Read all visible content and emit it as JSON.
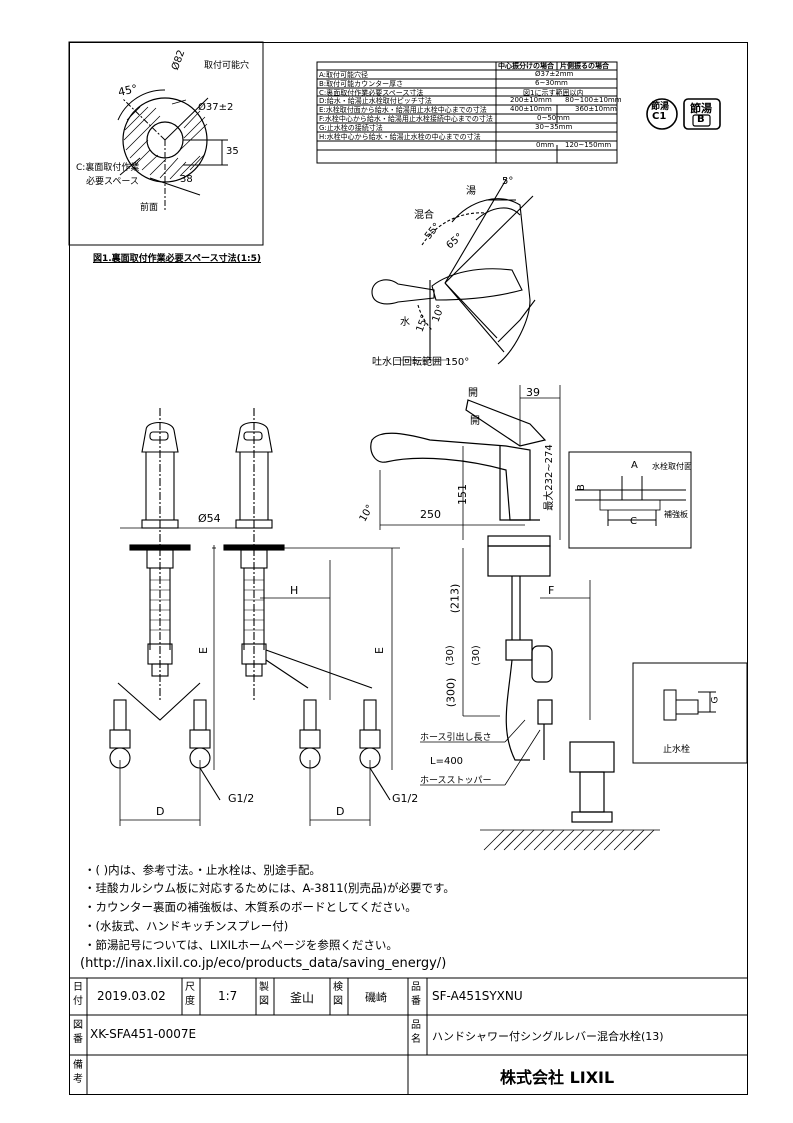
{
  "detail_view": {
    "angle_45": "45°",
    "dia_82": "Ø82",
    "mount_hole_label": "取付可能穴",
    "dia_37": "Ø37±2",
    "dim_35": "35",
    "dim_38": "38",
    "back_space_label_1": "C:裏面取付作業",
    "back_space_label_2": "必要スペース",
    "front_label": "前面",
    "caption": "図1.裏面取付作業必要スペース寸法(1:5)"
  },
  "spec_table": {
    "col_headers": [
      "中心振分けの場合",
      "片側振るの場合"
    ],
    "rows": [
      {
        "label": "A:取付可能穴径",
        "center": "Ø37±2mm",
        "side": ""
      },
      {
        "label": "B:取付可能カウンター厚さ",
        "center": "6~30mm",
        "side": ""
      },
      {
        "label": "C:裏面取付作業必要スペース寸法",
        "center": "図1に示す範囲以内",
        "side": ""
      },
      {
        "label": "D:給水・給湯止水栓取付ピッチ寸法",
        "center": "200±10mm",
        "side": "80~100±10mm"
      },
      {
        "label": "E:水栓取付面から給水・給湯用止水栓中心までの寸法",
        "center": "400±10mm",
        "side": "360±10mm"
      },
      {
        "label": "F:水栓中心から給水・給湯用止水栓接続中心までの寸法",
        "center": "0~50mm",
        "side": ""
      },
      {
        "label": "G:止水栓の接続寸法",
        "center": "30~35mm",
        "side": ""
      },
      {
        "label": "H:水栓中心から給水・給湯止水栓の中心までの寸法",
        "center": "0mm",
        "side": "120~150mm"
      }
    ]
  },
  "badges": {
    "water_saving": "節湯",
    "water_grade": "B",
    "eco_label": "節湯",
    "eco_grade": "C1"
  },
  "lever_view": {
    "hot": "湯",
    "mixed": "混合",
    "cold": "水",
    "angle_5": "5°",
    "angle_55": "55°",
    "angle_65": "65°",
    "angle_15": "15°",
    "angle_10": "10°",
    "spout_rotation": "吐水口回転範囲 150°"
  },
  "main_view": {
    "open_top": "開",
    "open_label": "開",
    "dim_39": "39",
    "dim_151": "151",
    "dim_250": "250",
    "dim_10deg": "10°",
    "dim_232": "最大232~274",
    "dim_213": "(213)",
    "dim_30a": "(30)",
    "dim_30b": "(30)",
    "dim_300": "(300)",
    "dim_F": "F",
    "dim_54": "Ø54",
    "dim_H": "H",
    "dim_E1": "E",
    "dim_E2": "E",
    "dim_D1": "D",
    "dim_D2": "D",
    "g_half_1": "G1/2",
    "g_half_2": "G1/2",
    "hose_length": "ホース引出し長さ",
    "hose_L": "L=400",
    "hose_stopper": "ホースストッパー",
    "counter_A": "A",
    "counter_B": "B",
    "counter_C": "C",
    "counter_mount_face": "水栓取付面",
    "counter_plate": "補強板",
    "stop_valve": "止水栓",
    "stop_G": "G"
  },
  "notes": [
    "・( )内は、参考寸法。・止水栓は、別途手配。",
    "・珪酸カルシウム板に対応するためには、A-3811(別売品)が必要です。",
    "・カウンター裏面の補強板は、木質系のボードとしてください。",
    "・(水抜式、ハンドキッチンスプレー付)",
    "・節湯記号については、LIXILホームページを参照ください。",
    "(http://inax.lixil.co.jp/eco/products_data/saving_energy/)"
  ],
  "title_block": {
    "date_label": "日付",
    "date": "2019.03.02",
    "scale_label": "尺度",
    "scale": "1:7",
    "drawn_label": "製図",
    "drawn_by": "釜山",
    "checked_label": "検図",
    "checked_by": "磯崎",
    "product_no_label": "品番",
    "product_no": "SF-A451SYXNU",
    "drawing_no_label": "図番",
    "drawing_no": "XK-SFA451-0007E",
    "product_name_label": "品名",
    "product_name": "ハンドシャワー付シングルレバー混合水栓(13)",
    "remarks_label": "備考",
    "company": "株式会社 LIXIL"
  }
}
